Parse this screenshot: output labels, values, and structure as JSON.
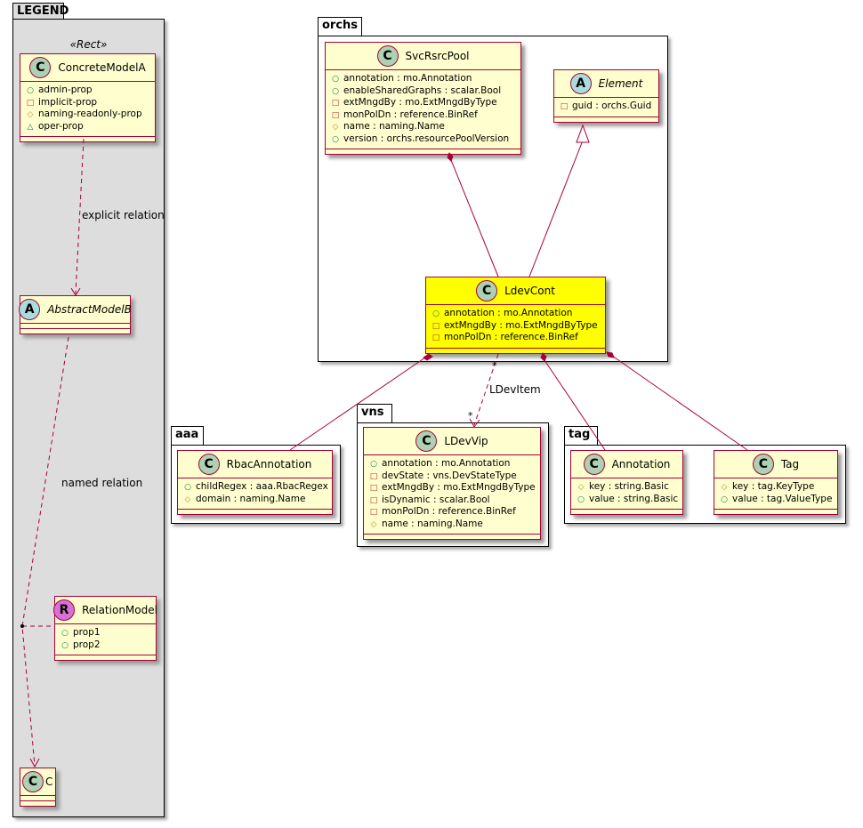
{
  "packages": {
    "legend": "LEGEND",
    "orchs": "orchs",
    "aaa": "aaa",
    "vns": "vns",
    "tag": "tag"
  },
  "legend_stereotype": "«Rect»",
  "colors": {
    "line": "#A80036",
    "class_bg": "#FEFECE",
    "highlight": "#FFFF00",
    "spot_c": "#ADD1B2",
    "spot_a": "#A9DCDF",
    "spot_r": "#DA70D6"
  },
  "classes": {
    "ConcreteModelA": {
      "name": "ConcreteModelA",
      "spot": "C",
      "attrs": [
        [
          "public",
          "admin-prop"
        ],
        [
          "private",
          "implicit-prop"
        ],
        [
          "protected",
          "naming-readonly-prop"
        ],
        [
          "package",
          "oper-prop"
        ]
      ]
    },
    "AbstractModelB": {
      "name": "AbstractModelB",
      "spot": "A",
      "attrs": []
    },
    "RelationModel": {
      "name": "RelationModel",
      "spot": "R",
      "attrs": [
        [
          "public",
          "prop1"
        ],
        [
          "public",
          "prop2"
        ]
      ]
    },
    "C": {
      "name": "C",
      "spot": "C",
      "attrs": []
    },
    "SvcRsrcPool": {
      "name": "SvcRsrcPool",
      "spot": "C",
      "attrs": [
        [
          "public",
          "annotation : mo.Annotation"
        ],
        [
          "public",
          "enableSharedGraphs : scalar.Bool"
        ],
        [
          "private",
          "extMngdBy : mo.ExtMngdByType"
        ],
        [
          "private",
          "monPolDn : reference.BinRef"
        ],
        [
          "protected",
          "name : naming.Name"
        ],
        [
          "public",
          "version : orchs.resourcePoolVersion"
        ]
      ]
    },
    "Element": {
      "name": "Element",
      "spot": "A",
      "attrs": [
        [
          "private",
          "guid : orchs.Guid"
        ]
      ]
    },
    "LdevCont": {
      "name": "LdevCont",
      "spot": "C",
      "attrs": [
        [
          "public",
          "annotation : mo.Annotation"
        ],
        [
          "private",
          "extMngdBy : mo.ExtMngdByType"
        ],
        [
          "private",
          "monPolDn : reference.BinRef"
        ]
      ]
    },
    "RbacAnnotation": {
      "name": "RbacAnnotation",
      "spot": "C",
      "attrs": [
        [
          "public",
          "childRegex : aaa.RbacRegex"
        ],
        [
          "protected",
          "domain : naming.Name"
        ]
      ]
    },
    "LDevVip": {
      "name": "LDevVip",
      "spot": "C",
      "attrs": [
        [
          "public",
          "annotation : mo.Annotation"
        ],
        [
          "private",
          "devState : vns.DevStateType"
        ],
        [
          "private",
          "extMngdBy : mo.ExtMngdByType"
        ],
        [
          "private",
          "isDynamic : scalar.Bool"
        ],
        [
          "private",
          "monPolDn : reference.BinRef"
        ],
        [
          "protected",
          "name : naming.Name"
        ]
      ]
    },
    "Annotation": {
      "name": "Annotation",
      "spot": "C",
      "attrs": [
        [
          "protected",
          "key : string.Basic"
        ],
        [
          "public",
          "value : string.Basic"
        ]
      ]
    },
    "Tag": {
      "name": "Tag",
      "spot": "C",
      "attrs": [
        [
          "protected",
          "key : tag.KeyType"
        ],
        [
          "public",
          "value : tag.ValueType"
        ]
      ]
    }
  },
  "relations": {
    "explicit": "explicit relation",
    "named": "named relation",
    "ldevitem": "LDevItem",
    "mult_src": "*",
    "mult_dst": "*"
  }
}
